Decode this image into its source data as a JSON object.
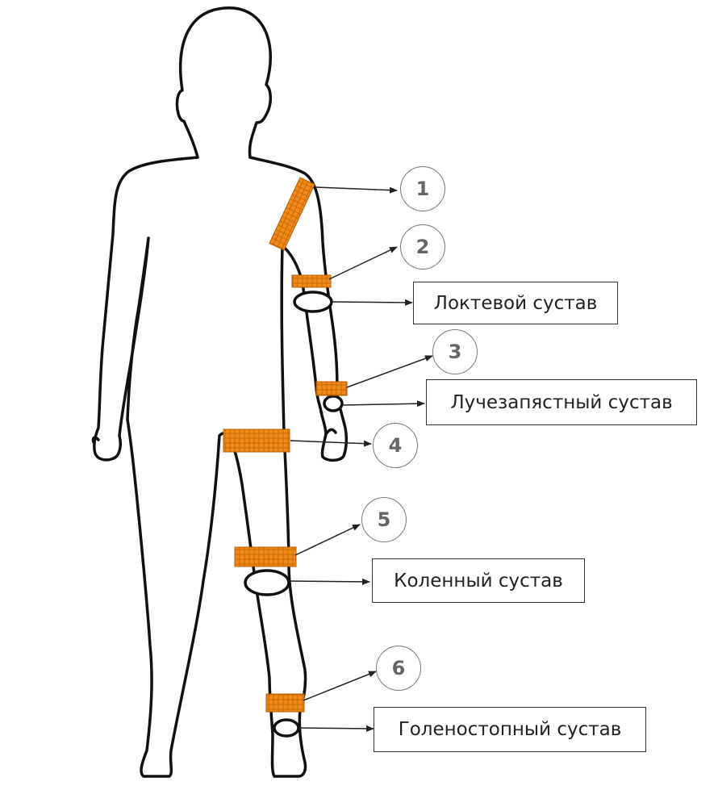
{
  "colors": {
    "sensor": "#f08a1c",
    "sensor_dark": "#b85e00",
    "outline": "#111111"
  },
  "markers": [
    "1",
    "2",
    "3",
    "4",
    "5",
    "6"
  ],
  "joints": {
    "elbow": "Локтевой сустав",
    "wrist": "Лучезапястный сустав",
    "knee": "Коленный сустав",
    "ankle": "Голеностопный сустав"
  }
}
